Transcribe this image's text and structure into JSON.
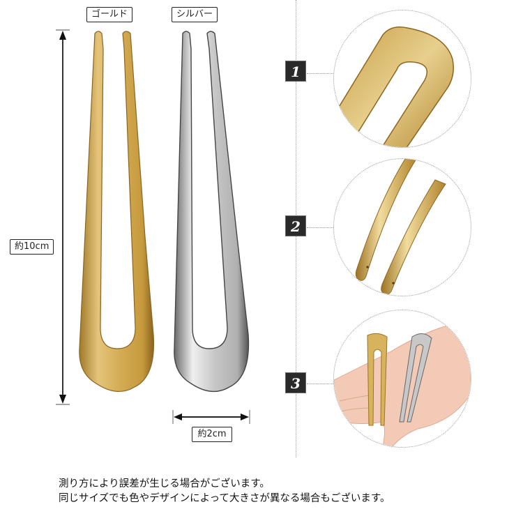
{
  "labels": {
    "gold": "ゴールド",
    "silver": "シルバー",
    "height": "約10cm",
    "width": "約2cm"
  },
  "details": [
    {
      "number": "1",
      "description": "gold pin top curve close-up"
    },
    {
      "number": "2",
      "description": "gold pin tips close-up"
    },
    {
      "number": "3",
      "description": "gold and silver pins on hand"
    }
  ],
  "colors": {
    "gold": "#d3ac55",
    "gold_dark": "#9c7424",
    "gold_light": "#f1dc9e",
    "silver": "#c4c4c4",
    "silver_dark": "#6f6f6f",
    "silver_light": "#f0f0f0",
    "badge_bg": "#2a2a2a",
    "skin": "#f4cbb7"
  },
  "caption": {
    "line1": "測り方により誤差が生じる場合がございます。",
    "line2": "同じサイズでも色やデザインによって大きさが異なる場合もございます。"
  }
}
